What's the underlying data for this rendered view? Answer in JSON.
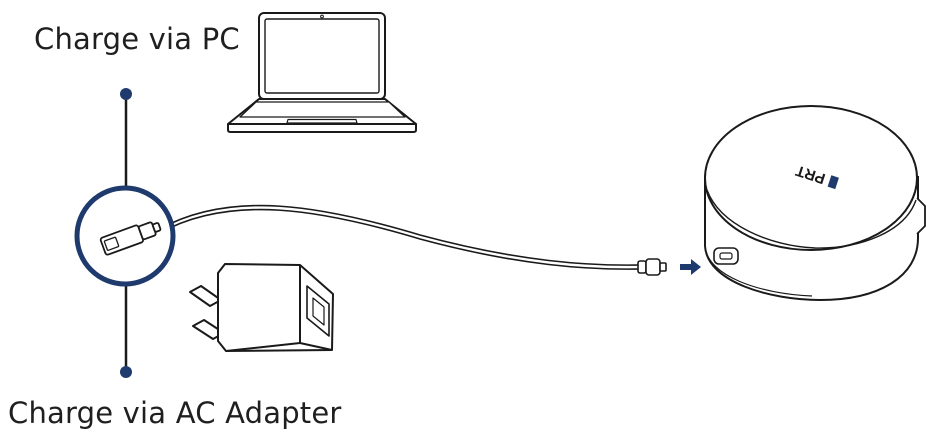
{
  "labels": {
    "charge_pc": "Charge via PC",
    "charge_ac": "Charge via AC Adapter"
  },
  "device": {
    "logo_text": "PRT"
  },
  "colors": {
    "accent_blue": "#1f3a6d",
    "line": "#1a1a1a",
    "text": "#1f1f1f"
  },
  "icons": [
    "laptop-icon",
    "usb-plug-icon",
    "ac-adapter-icon",
    "arrow-right-icon",
    "charging-dock-icon"
  ]
}
